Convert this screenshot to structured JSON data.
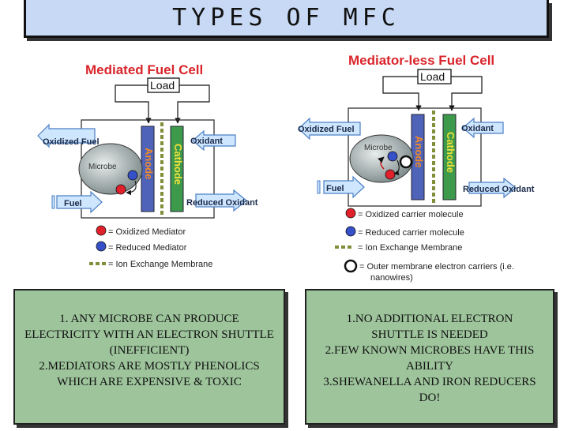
{
  "title": "TYPES   OF   MFC",
  "left": {
    "heading": "Mediated Fuel Cell",
    "load": "Load",
    "oxidized_fuel": "Oxidized Fuel",
    "oxidant": "Oxidant",
    "microbe": "Microbe",
    "anode": "Anode",
    "cathode": "Cathode",
    "fuel": "Fuel",
    "reduced_oxidant": "Reduced Oxidant",
    "legend": [
      {
        "label": "= Oxidized Mediator",
        "color": "#e0202a"
      },
      {
        "label": "= Reduced Mediator",
        "color": "#3550c8"
      },
      {
        "label": "= Ion Exchange Membrane",
        "color": "#7f8f3a"
      }
    ],
    "description": "1. ANY MICROBE CAN PRODUCE\nELECTRICITY WITH AN ELECTRON SHUTTLE\n(INEFFICIENT)\n2.MEDIATORS ARE MOSTLY PHENOLICS\nWHICH ARE EXPENSIVE & TOXIC"
  },
  "right": {
    "heading": "Mediator-less Fuel Cell",
    "load": "Load",
    "oxidized_fuel": "Oxidized Fuel",
    "oxidant": "Oxidant",
    "microbe": "Microbe",
    "anode": "Anode",
    "cathode": "Cathode",
    "fuel": "Fuel",
    "reduced_oxidant": "Reduced Oxidant",
    "legend": [
      {
        "label": "= Oxidized carrier molecule",
        "color": "#e0202a"
      },
      {
        "label": "= Reduced carrier molecule",
        "color": "#3550c8"
      },
      {
        "label": "= Ion Exchange Membrane",
        "color": "#7f8f3a"
      },
      {
        "label": "= Outer membrane electron carriers (i.e.",
        "color": "#ffffff"
      }
    ],
    "legend_cont": "nanowires)",
    "description": "1.NO ADDITIONAL ELECTRON\nSHUTTLE IS NEEDED\n2.FEW KNOWN MICROBES HAVE THIS\nABILITY\n3.SHEWANELLA AND IRON REDUCERS\nDO!"
  },
  "colors": {
    "title_bg": "#c7d9f4",
    "box_bg": "#9dc49b",
    "heading": "#d9252b",
    "anode": "#4f63b8",
    "cathode": "#3c9a4a",
    "arrow_fill": "#cfe6ff",
    "arrow_stroke": "#4a7fc4"
  }
}
